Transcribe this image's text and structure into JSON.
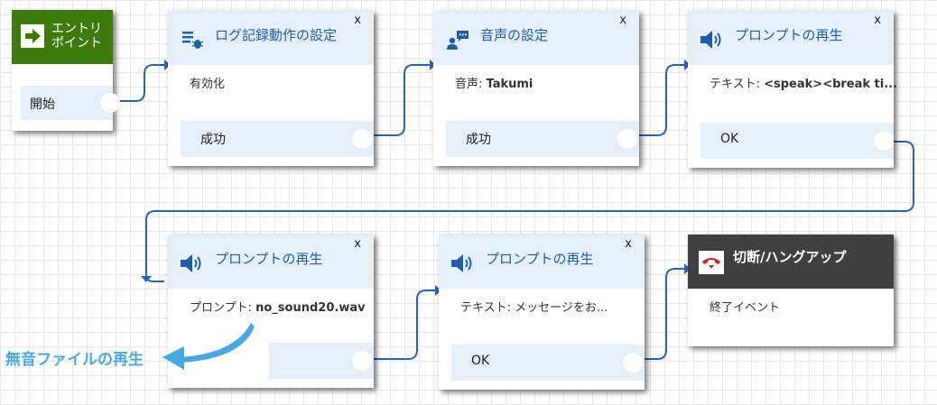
{
  "nodes": {
    "entry": {
      "title": "エントリポイント",
      "port_label": "開始"
    },
    "log": {
      "title": "ログ記録動作の設定",
      "close": "x",
      "body": "有効化",
      "port_label": "成功"
    },
    "voice": {
      "title": "音声の設定",
      "close": "x",
      "body_prefix": "音声: ",
      "body_value": "Takumi",
      "port_label": "成功"
    },
    "prompt1": {
      "title": "プロンプトの再生",
      "close": "x",
      "body_prefix": "テキスト: ",
      "body_value": "<speak><break ti...",
      "port_label": "OK"
    },
    "prompt2": {
      "title": "プロンプトの再生",
      "close": "x",
      "body_prefix": "プロンプト: ",
      "body_value": "no_sound20.wav",
      "port_label": ""
    },
    "prompt3": {
      "title": "プロンプトの再生",
      "close": "x",
      "body": "テキスト: メッセージをお...",
      "port_label": "OK"
    },
    "disconnect": {
      "title": "切断/ハングアップ",
      "body": "終了イベント"
    }
  },
  "annotation": {
    "text": "無音ファイルの再生",
    "color": "#4aa7e6"
  },
  "colors": {
    "entry_header": "#3e7a0c",
    "disconnect_header": "#404040",
    "connector": "#2a62b8",
    "title_text": "#1f5fa8",
    "header_bg": "#e6eff7"
  },
  "icons": {
    "entry": "arrow-right-icon",
    "log": "log-list-icon",
    "voice": "person-speech-icon",
    "prompt": "speaker-icon",
    "disconnect": "phone-hangup-icon"
  }
}
